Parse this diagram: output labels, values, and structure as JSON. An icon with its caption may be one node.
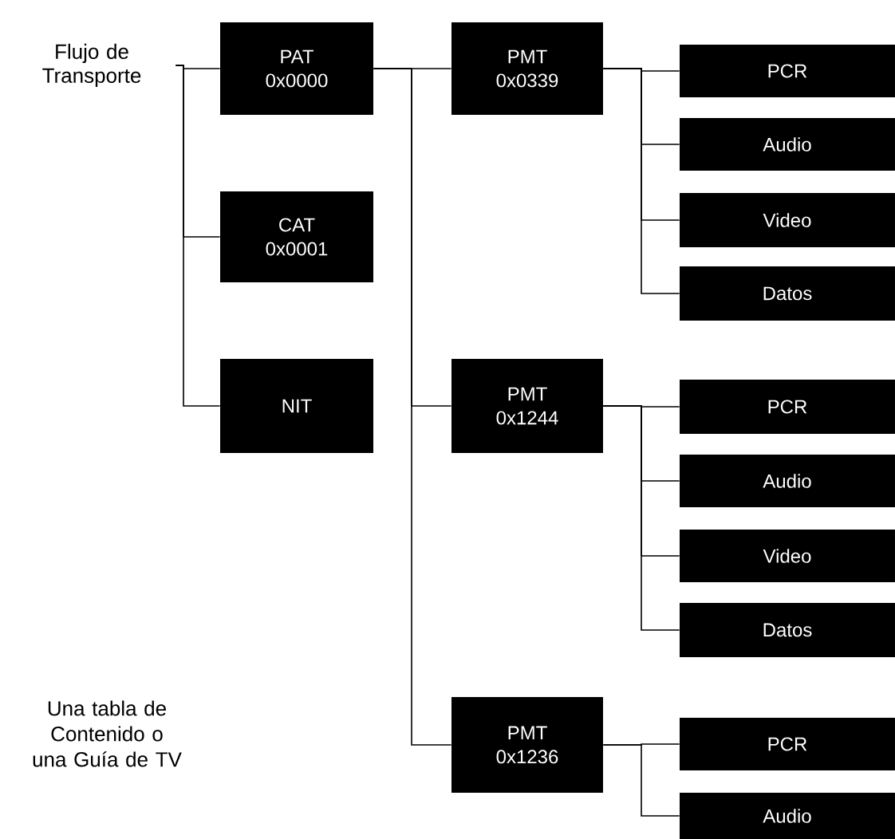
{
  "diagram": {
    "nodes": [
      {
        "text": [
          "Flujo de Transporte"
        ]
      },
      {
        "text": [
          "PAT",
          "0x0000"
        ]
      },
      {
        "text": [
          "CAT",
          "0x0001"
        ]
      },
      {
        "text": [
          "NIT"
        ]
      },
      {
        "text": [
          "PMT",
          "0x0339"
        ]
      },
      {
        "text": [
          "PCR"
        ]
      },
      {
        "text": [
          "Audio"
        ]
      },
      {
        "text": [
          "Video"
        ]
      },
      {
        "text": [
          "Datos"
        ]
      },
      {
        "text": [
          "PMT",
          "0x1244"
        ]
      },
      {
        "text": [
          "PCR"
        ]
      },
      {
        "text": [
          "Audio"
        ]
      },
      {
        "text": [
          "Video"
        ]
      },
      {
        "text": [
          "Datos"
        ]
      },
      {
        "text": [
          "PMT",
          "0x1236"
        ]
      },
      {
        "text": [
          "PCR"
        ]
      },
      {
        "text": [
          "Audio"
        ]
      }
    ],
    "edges": [
      {
        "from": 0,
        "to": 1,
        "arrow": "none"
      },
      {
        "from": 0,
        "to": 2,
        "arrow": "none"
      },
      {
        "from": 0,
        "to": 3,
        "arrow": "none"
      },
      {
        "from": 1,
        "to": 4,
        "arrow": "none"
      },
      {
        "from": 1,
        "to": 9,
        "arrow": "none"
      },
      {
        "from": 1,
        "to": 14,
        "arrow": "none"
      },
      {
        "from": 4,
        "to": 5,
        "arrow": "none"
      },
      {
        "from": 4,
        "to": 6,
        "arrow": "none"
      },
      {
        "from": 4,
        "to": 7,
        "arrow": "none"
      },
      {
        "from": 4,
        "to": 8,
        "arrow": "none"
      },
      {
        "from": 9,
        "to": 10,
        "arrow": "none"
      },
      {
        "from": 9,
        "to": 11,
        "arrow": "none"
      },
      {
        "from": 9,
        "to": 12,
        "arrow": "none"
      },
      {
        "from": 9,
        "to": 13,
        "arrow": "none"
      },
      {
        "from": 14,
        "to": 15,
        "arrow": "none"
      },
      {
        "from": 14,
        "to": 16,
        "arrow": "none"
      }
    ],
    "labels": [
      "Una tabla de Contenido o una Guía de TV"
    ]
  }
}
